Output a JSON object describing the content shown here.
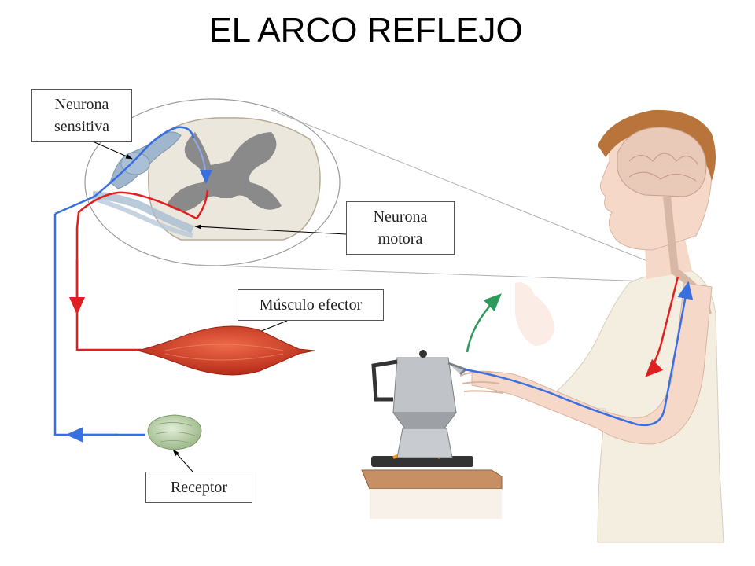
{
  "title": "EL ARCO REFLEJO",
  "labels": {
    "sensory_neuron": "Neurona\nsensitiva",
    "motor_neuron": "Neurona\nmotora",
    "effector_muscle": "Músculo efector",
    "receptor": "Receptor"
  },
  "colors": {
    "sensory_path": "#3a6fe0",
    "motor_path": "#e02020",
    "movement_arrow": "#2e9a5a",
    "muscle": "#d8402a",
    "receptor": "#b8d0a8",
    "grey_matter": "#8a8a8a",
    "white_matter": "#ece7dc",
    "shirt": "#f3eee0",
    "skin": "#f6d8c8",
    "hair": "#b8743a",
    "brain": "#e9c9b8",
    "coffee_pot": "#c0c4c8",
    "stove_top": "#c79064",
    "burner_flame": "#f0a020"
  }
}
